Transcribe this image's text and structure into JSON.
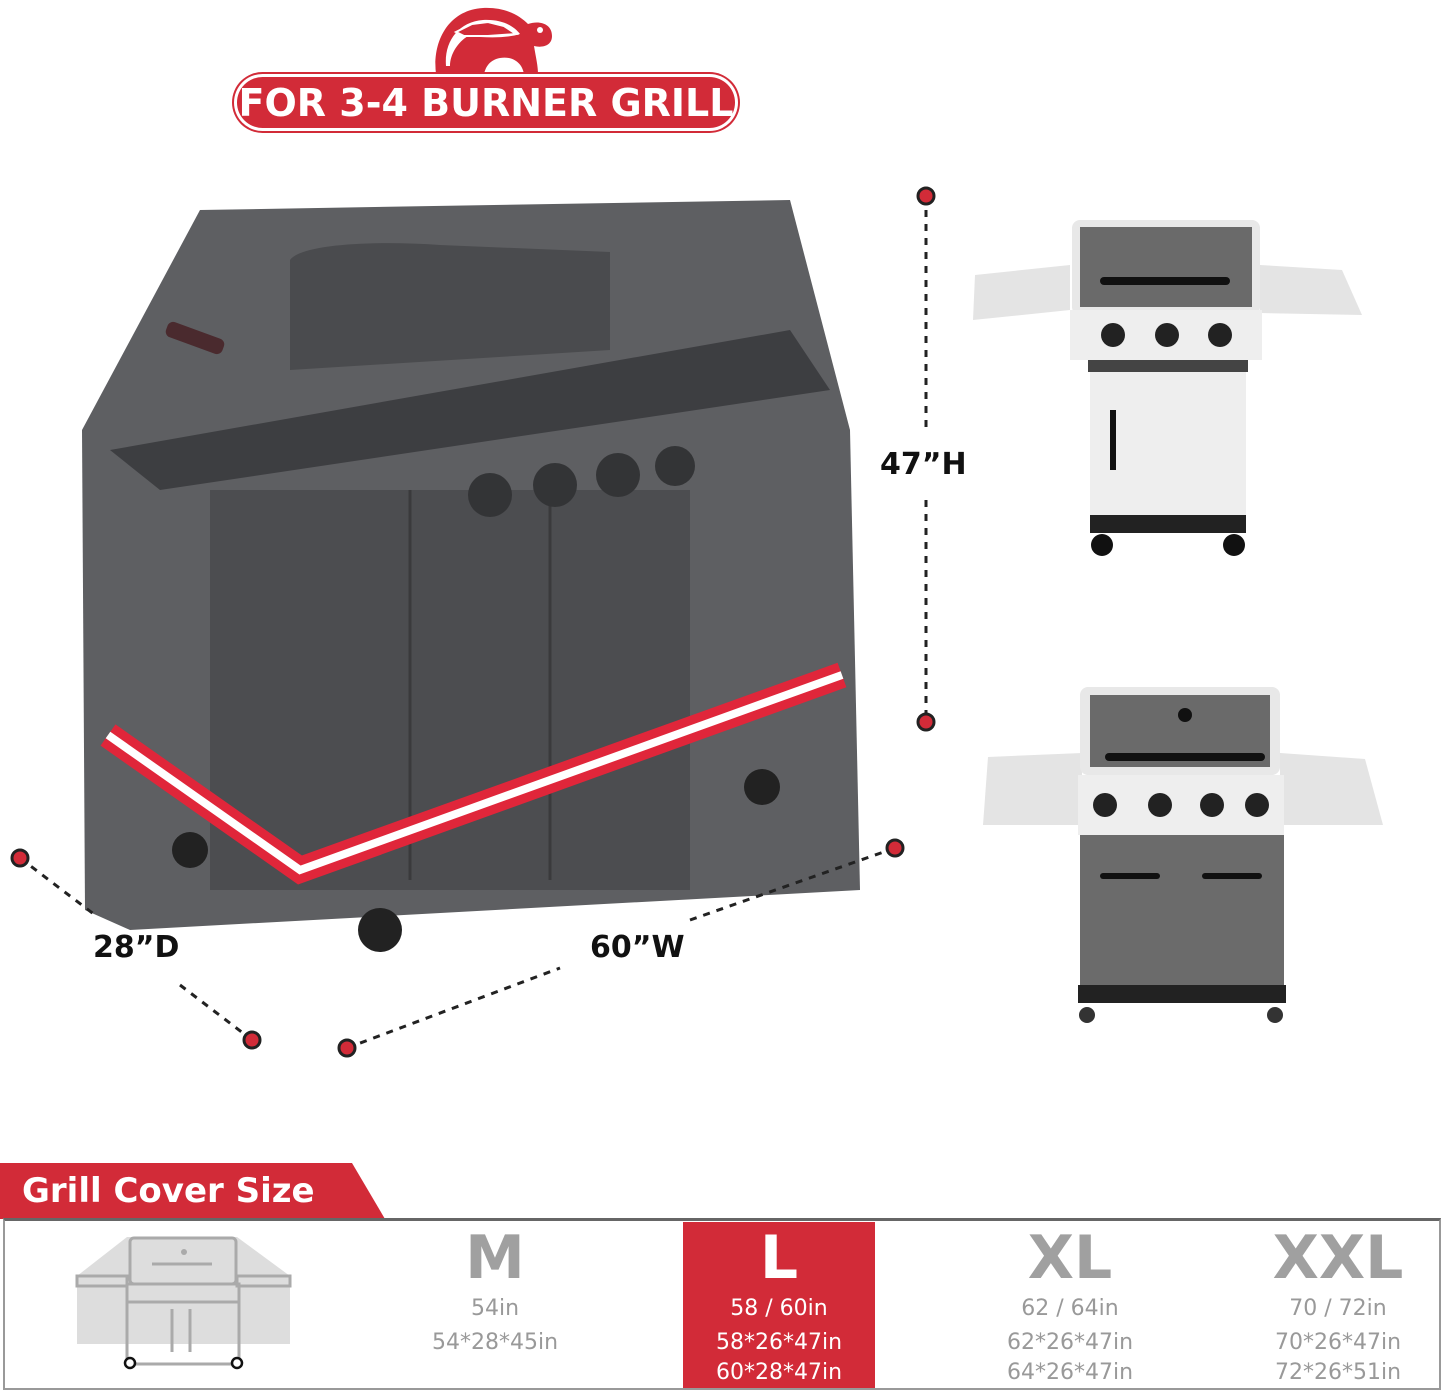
{
  "header": {
    "badge_text": "FOR 3-4 BURNER GRILL",
    "logo": "turtle-logo"
  },
  "dimensions": {
    "height": "47”H",
    "width": "60”W",
    "depth": "28”D"
  },
  "size_table": {
    "title": "Grill Cover Size",
    "accent_color": "#d22b38",
    "sizes": [
      {
        "size": "M",
        "fits": "54in",
        "dims": [
          "54*28*45in"
        ],
        "selected": false
      },
      {
        "size": "L",
        "fits": "58 / 60in",
        "dims": [
          "58*26*47in",
          "60*28*47in"
        ],
        "selected": true
      },
      {
        "size": "XL",
        "fits": "62 / 64in",
        "dims": [
          "62*26*47in",
          "64*26*47in"
        ],
        "selected": false
      },
      {
        "size": "XXL",
        "fits": "70 / 72in",
        "dims": [
          "70*26*47in",
          "72*26*51in"
        ],
        "selected": false
      }
    ]
  }
}
